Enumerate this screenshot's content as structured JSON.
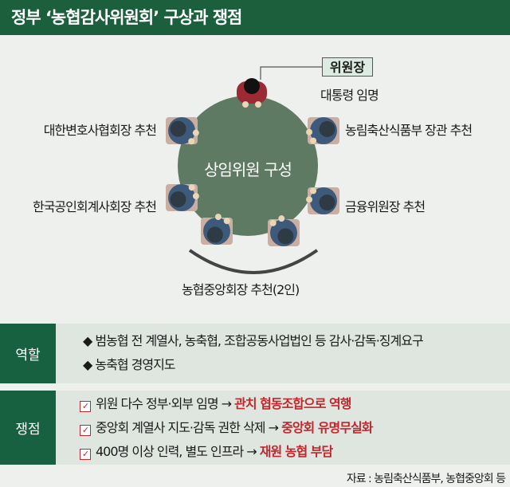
{
  "title": "정부 ‘농협감사위원회’ 구상과 쟁점",
  "diagram": {
    "table_label": "상임위원 구성",
    "chair_title": "위원장",
    "chair_note": "대통령 임명",
    "members": {
      "left_top": "대한변호사협회장 추천",
      "right_top": "농림축산식품부 장관 추천",
      "left_bottom": "한국공인회계사회장 추천",
      "right_bottom": "금융위원장 추천",
      "bottom": "농협중앙회장 추천(2인)"
    }
  },
  "role": {
    "label": "역할",
    "items": [
      "범농협 전 계열사, 농축협, 조합공동사업법인 등 감사·감독·징계요구",
      "농축협 경영지도"
    ]
  },
  "issues": {
    "label": "쟁점",
    "items": [
      {
        "text": "위원 다수 정부·외부 임명 →",
        "result": "관치 협동조합으로 역행"
      },
      {
        "text": "중앙회 계열사 지도·감독 권한 삭제 →",
        "result": "중앙회 유명무실화"
      },
      {
        "text": "400명 이상 인력, 별도 인프라 →",
        "result": "재원 농협 부담"
      }
    ]
  },
  "source": "자료 : 농림축산식품부, 농협중앙회 등",
  "colors": {
    "header": "#1c5f3d",
    "table": "#5f7a62",
    "highlight": "#c0282d"
  }
}
